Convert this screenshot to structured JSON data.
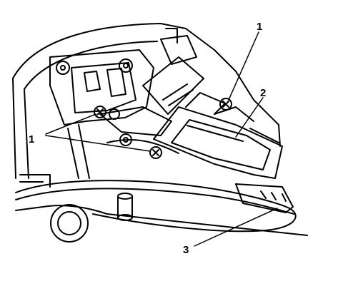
{
  "callouts": {
    "upper_right": "1",
    "left": "1",
    "actuator": "2",
    "connector": "3"
  },
  "colors": {
    "ink": "#000000",
    "paper": "#ffffff"
  }
}
